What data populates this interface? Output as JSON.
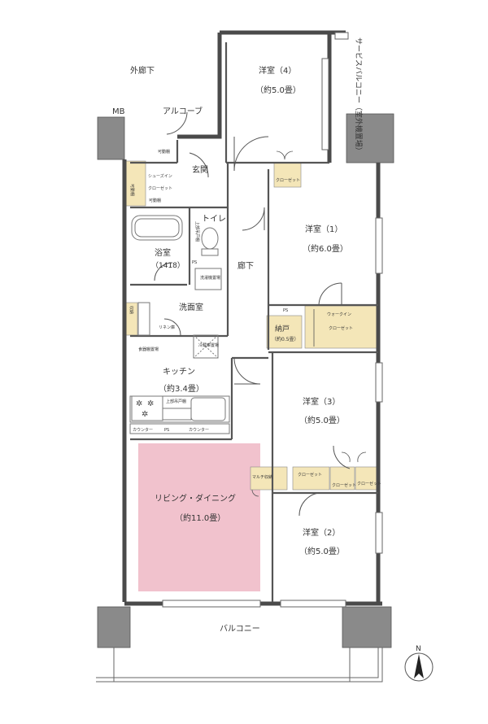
{
  "rooms": {
    "outer_corridor": "外廊下",
    "mb": "MB",
    "alcove": "アルコーブ",
    "entrance": "玄関",
    "western4_name": "洋室（4）",
    "western4_size": "（約5.0畳）",
    "service_balcony": "サービスバルコニー（室外機置場）",
    "western1_name": "洋室（1）",
    "western1_size": "（約6.0畳）",
    "toilet": "トイレ",
    "bath_name": "浴室",
    "bath_size": "（1418）",
    "corridor": "廊下",
    "washroom": "洗面室",
    "storage_name": "納戸",
    "storage_size": "（約0.5畳）",
    "kitchen_name": "キッチン",
    "kitchen_size": "（約3.4畳）",
    "western3_name": "洋室（3）",
    "western3_size": "（約5.0畳）",
    "living_name": "リビング・ダイニング",
    "living_size": "（約11.0畳）",
    "western2_name": "洋室（2）",
    "western2_size": "（約5.0畳）",
    "balcony": "バルコニー"
  },
  "fixtures": {
    "movable_shelf_top": "可動棚",
    "shoes_in": "シューズイン",
    "closet_small": "クローゼット",
    "movable_shelf_bottom": "可動棚",
    "movable_shelf_side": "可動棚",
    "closet_w4": "クローゼット",
    "upper_shelf_toilet": "上部吊戸棚",
    "ps1": "PS",
    "washer": "洗濯機置場",
    "ps2": "PS",
    "walkin1": "ウォークイン",
    "walkin2": "クローゼット",
    "linen": "リネン庫",
    "storage_side": "収納",
    "pantry1": "食器棚置場",
    "fridge": "冷蔵庫置場",
    "upper_cabinet": "上部吊戸棚",
    "counter1": "カウンター",
    "ps3": "PS",
    "counter2": "カウンター",
    "multi_storage": "マルチ収納",
    "closet_a": "クローゼット",
    "closet_b": "クローゼット",
    "closet_c": "クローゼット",
    "north": "N"
  },
  "colors": {
    "wall": "#4a4a4a",
    "pillar": "#8a8a8a",
    "living_fill": "#f1c2cd",
    "storage_fill": "#f4e6b8",
    "shoe_fill": "#f4e6b8"
  }
}
